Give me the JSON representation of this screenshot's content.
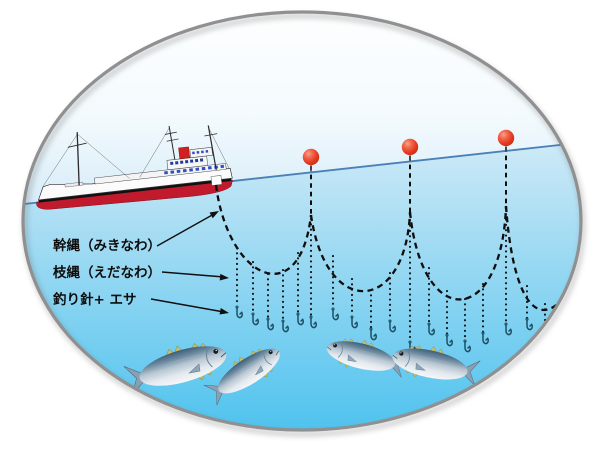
{
  "figure": {
    "type": "longline-fishing-gear-diagram",
    "labels": {
      "main_line": "幹縄（みきなわ）",
      "branch_line": "枝縄（えだなわ）",
      "hook_bait": "釣り針+ エサ"
    },
    "elements": {
      "vessel": "fishing-vessel",
      "buoy_count": 3,
      "fish_count": 4,
      "hook_count": 19,
      "branch_lines_per_span": [
        5,
        4,
        4,
        3
      ]
    },
    "colors": {
      "ocean_deep": "#4cc2ee",
      "ocean_surface": "#cfeaf7",
      "sky_top": "#ffffff",
      "sky_bottom": "#d3eaf8",
      "waterline": "#4a80b8",
      "buoy_red": "#e8472e",
      "hull_red": "#c11a2c",
      "line_black": "#111111",
      "hook_teal": "#1d4f66",
      "fin_yellow": "#c3c06b",
      "fish_back": "#3f5d78",
      "border_gray": "#909090"
    }
  }
}
